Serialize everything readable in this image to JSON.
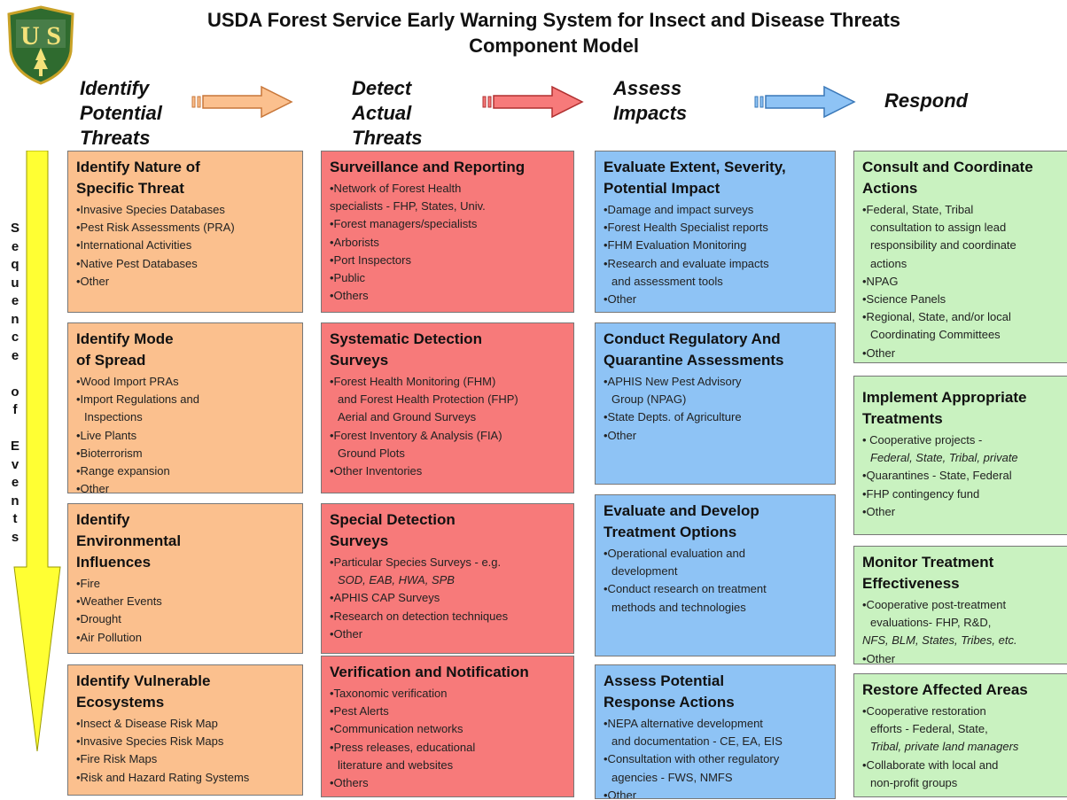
{
  "title": {
    "line1": "USDA Forest Service Early Warning System for Insect and Disease Threats",
    "line2": "Component Model"
  },
  "logo": {
    "icon": "usda-forest-service-shield",
    "text": "U S"
  },
  "colors": {
    "orange": "#fbc08e",
    "red": "#f77a7a",
    "blue": "#8ec3f5",
    "green": "#c9f2c0",
    "sequence_bar": "#ffff33"
  },
  "phases": [
    {
      "label_lines": [
        "Identify",
        "Potential",
        "Threats"
      ]
    },
    {
      "label_lines": [
        "Detect",
        "Actual",
        "Threats"
      ]
    },
    {
      "label_lines": [
        "Assess",
        "Impacts"
      ]
    },
    {
      "label_lines": [
        "Respond"
      ]
    }
  ],
  "sequence_letters": [
    "S",
    "e",
    "q",
    "u",
    "e",
    "n",
    "c",
    "e",
    "",
    "o",
    "f",
    "",
    "E",
    "v",
    "e",
    "n",
    "t",
    "s"
  ],
  "columns": {
    "identify": [
      {
        "title": "Identify Nature of Specific Threat",
        "items": [
          "•Invasive Species Databases",
          "•Pest Risk Assessments (PRA)",
          "•International Activities",
          "•Native Pest Databases",
          "•Other"
        ]
      },
      {
        "title": "Identify Mode of Spread",
        "items": [
          "•Wood Import PRAs",
          "•Import Regulations and",
          "Inspections",
          "•Live Plants",
          "•Bioterrorism",
          "•Range expansion",
          "•Other"
        ]
      },
      {
        "title": "Identify Environmental Influences",
        "items": [
          "•Fire",
          "•Weather Events",
          "•Drought",
          "•Air Pollution"
        ]
      },
      {
        "title": "Identify Vulnerable Ecosystems",
        "items": [
          "•Insect & Disease Risk Map",
          "•Invasive Species Risk Maps",
          "•Fire Risk Maps",
          "•Risk and Hazard Rating Systems"
        ]
      }
    ],
    "detect": [
      {
        "title": "Surveillance and Reporting",
        "items": [
          "•Network of Forest Health",
          "specialists - FHP, States, Univ.",
          "•Forest managers/specialists",
          "•Arborists",
          "•Port Inspectors",
          "•Public",
          "•Others"
        ]
      },
      {
        "title": "Systematic Detection Surveys",
        "items": [
          "•Forest Health Monitoring (FHM)",
          "and Forest Health Protection (FHP)",
          "Aerial and Ground Surveys",
          "•Forest Inventory & Analysis (FIA)",
          "Ground Plots",
          "•Other Inventories"
        ]
      },
      {
        "title": "Special Detection Surveys",
        "items": [
          "•Particular Species Surveys - e.g.",
          "SOD, EAB, HWA, SPB",
          "•APHIS CAP Surveys",
          "•Research on detection techniques",
          "•Other"
        ]
      },
      {
        "title": "Verification and Notification",
        "items": [
          "•Taxonomic verification",
          "•Pest Alerts",
          "•Communication networks",
          "•Press releases, educational",
          "literature and websites",
          "•Others"
        ]
      }
    ],
    "assess": [
      {
        "title": "Evaluate Extent, Severity, Potential Impact",
        "items": [
          "•Damage and impact surveys",
          "•Forest Health Specialist reports",
          "•FHM Evaluation Monitoring",
          "•Research and evaluate impacts",
          "and assessment tools",
          "•Other"
        ]
      },
      {
        "title": "Conduct Regulatory And Quarantine Assessments",
        "items": [
          "•APHIS New Pest Advisory",
          "Group (NPAG)",
          "•State Depts. of Agriculture",
          "•Other"
        ]
      },
      {
        "title": "Evaluate and Develop Treatment Options",
        "items": [
          "•Operational evaluation and",
          "development",
          "•Conduct research on treatment",
          "methods and technologies"
        ]
      },
      {
        "title": "Assess Potential Response Actions",
        "items": [
          "•NEPA alternative development",
          "and documentation - CE, EA, EIS",
          "•Consultation with other regulatory",
          "agencies - FWS, NMFS",
          "•Other"
        ]
      }
    ],
    "respond": [
      {
        "title": "Consult and Coordinate Actions",
        "items": [
          "•Federal, State, Tribal",
          "consultation to assign lead",
          "responsibility and coordinate",
          "actions",
          "•NPAG",
          "•Science Panels",
          "•Regional, State, and/or local",
          "Coordinating Committees",
          "•Other"
        ]
      },
      {
        "title": "Implement Appropriate Treatments",
        "items": [
          "• Cooperative projects -",
          "Federal, State, Tribal, private",
          "•Quarantines - State, Federal",
          "•FHP contingency fund",
          "•Other"
        ]
      },
      {
        "title": "Monitor Treatment Effectiveness",
        "items": [
          "•Cooperative post-treatment",
          "evaluations- FHP, R&D,",
          "NFS, BLM, States, Tribes, etc.",
          "•Other"
        ]
      },
      {
        "title": "Restore Affected Areas",
        "items": [
          "•Cooperative restoration",
          "efforts - Federal, State,",
          "Tribal, private land managers",
          "•Collaborate with local and",
          "non-profit groups"
        ]
      }
    ]
  }
}
